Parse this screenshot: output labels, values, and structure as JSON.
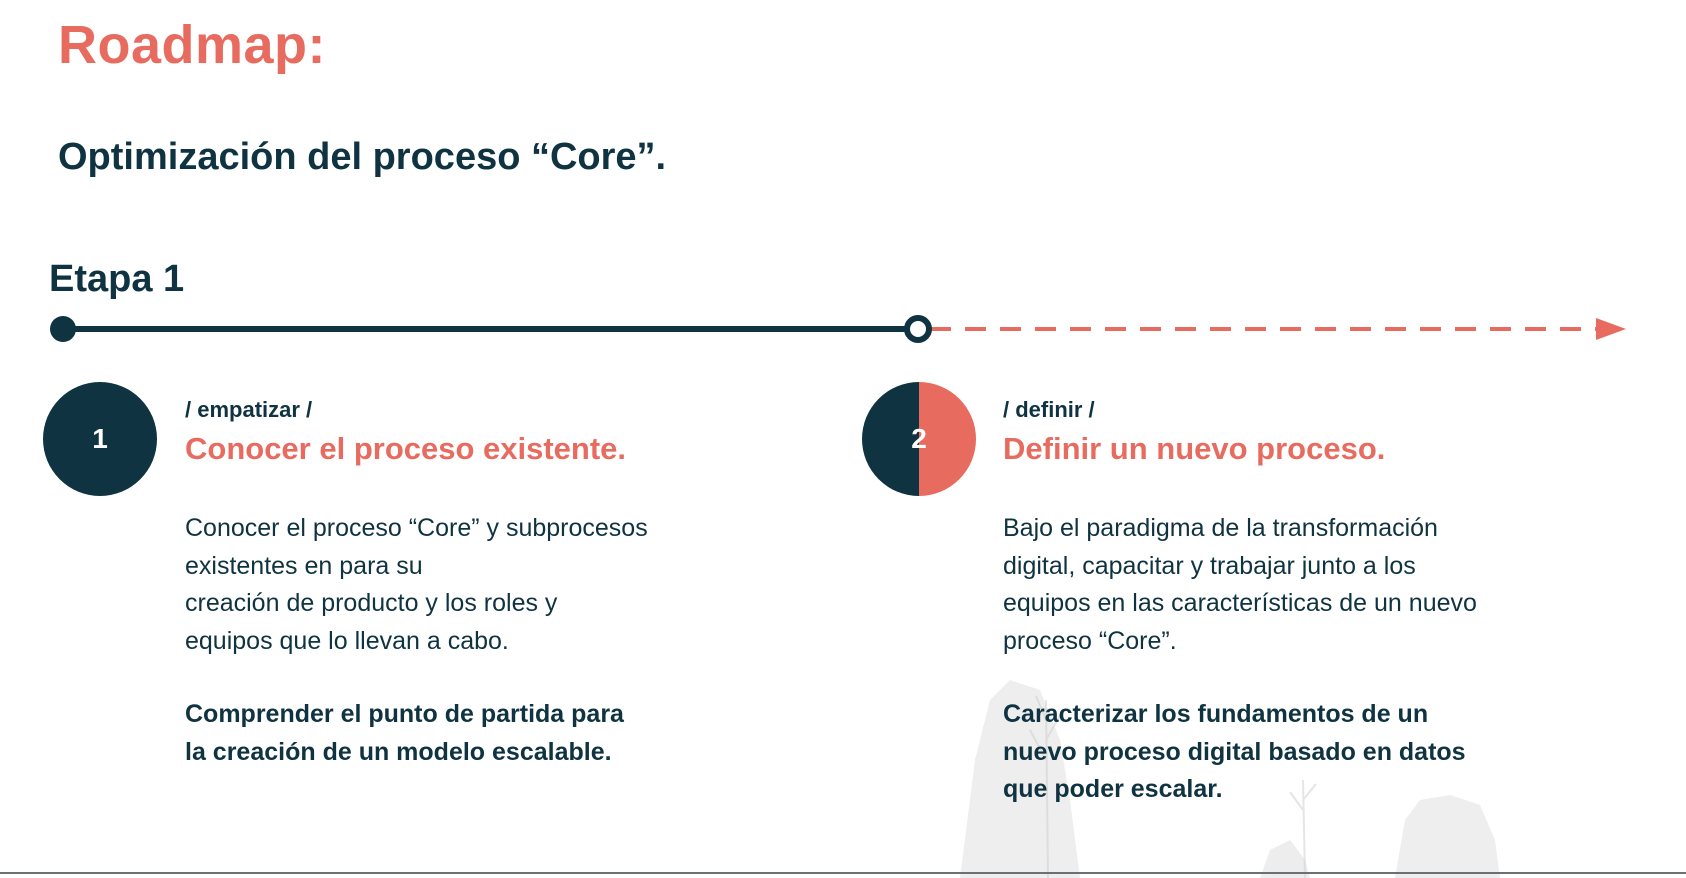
{
  "header": {
    "title": "Roadmap:",
    "subtitle": "Optimización del proceso “Core”."
  },
  "stage": {
    "label": "Etapa 1"
  },
  "colors": {
    "navy": "#0f3340",
    "coral": "#e86b60"
  },
  "steps": [
    {
      "number": "1",
      "phase": "/ empatizar /",
      "heading": "Conocer el proceso existente.",
      "description": "Conocer el proceso “Core” y subprocesos\nexistentes en                                    para su\ncreación de producto y los roles y\nequipos que lo llevan a cabo.",
      "goal": "Comprender el punto de partida para\nla creación de un modelo escalable."
    },
    {
      "number": "2",
      "phase": "/ definir /",
      "heading": "Definir un nuevo proceso.",
      "description": "Bajo el paradigma de la transformación\ndigital, capacitar y trabajar junto a los\nequipos en las características de un nuevo\nproceso “Core”.",
      "goal": "Caracterizar los fundamentos de un\nnuevo proceso digital basado en datos\nque poder escalar."
    }
  ]
}
